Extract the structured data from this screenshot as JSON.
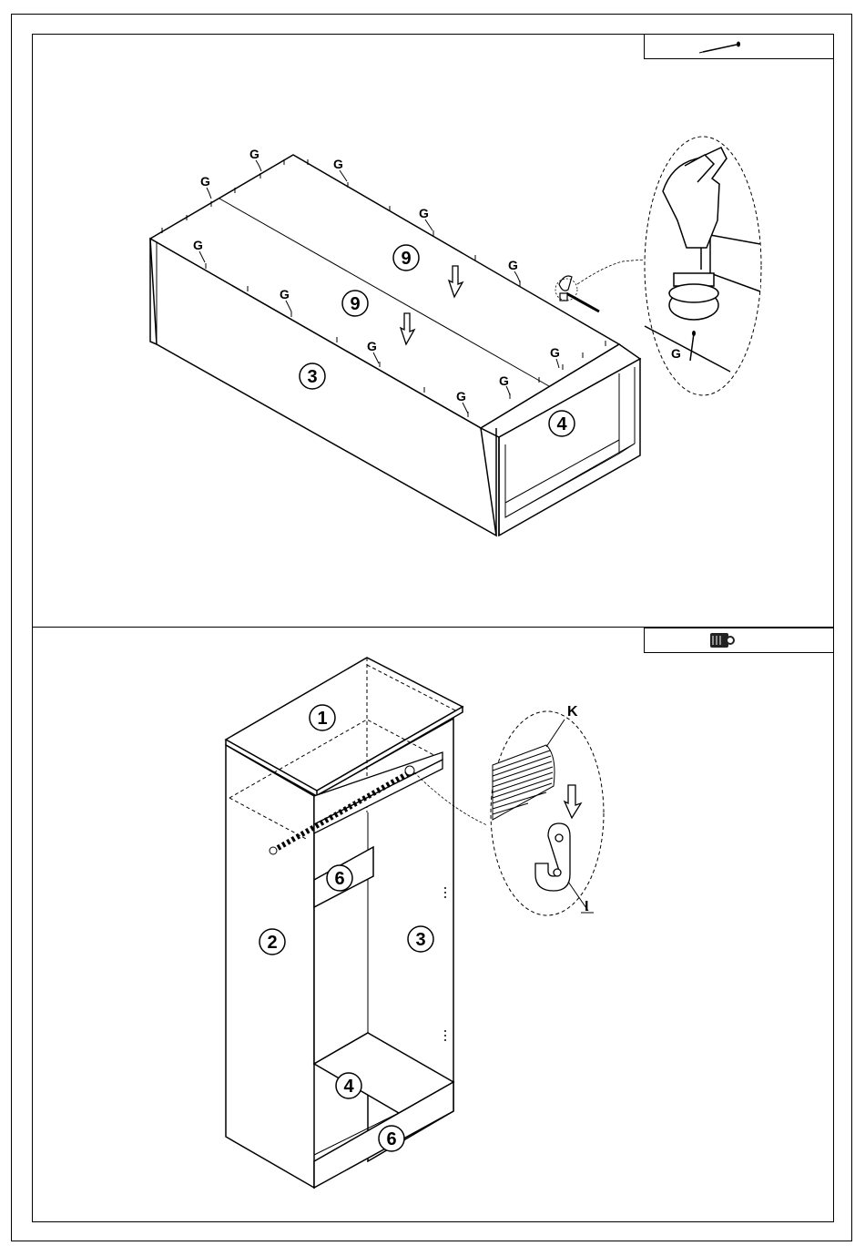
{
  "step_top": {
    "labels": {
      "g": "G",
      "part_9": "9",
      "part_3": "3",
      "part_4": "4"
    },
    "tool_icon": "nail-icon"
  },
  "step_bottom": {
    "labels": {
      "part_1": "1",
      "part_2": "2",
      "part_3": "3",
      "part_4": "4",
      "part_6": "6",
      "k": "K",
      "i": "I"
    },
    "tool_icon": "rail-connector-icon"
  }
}
